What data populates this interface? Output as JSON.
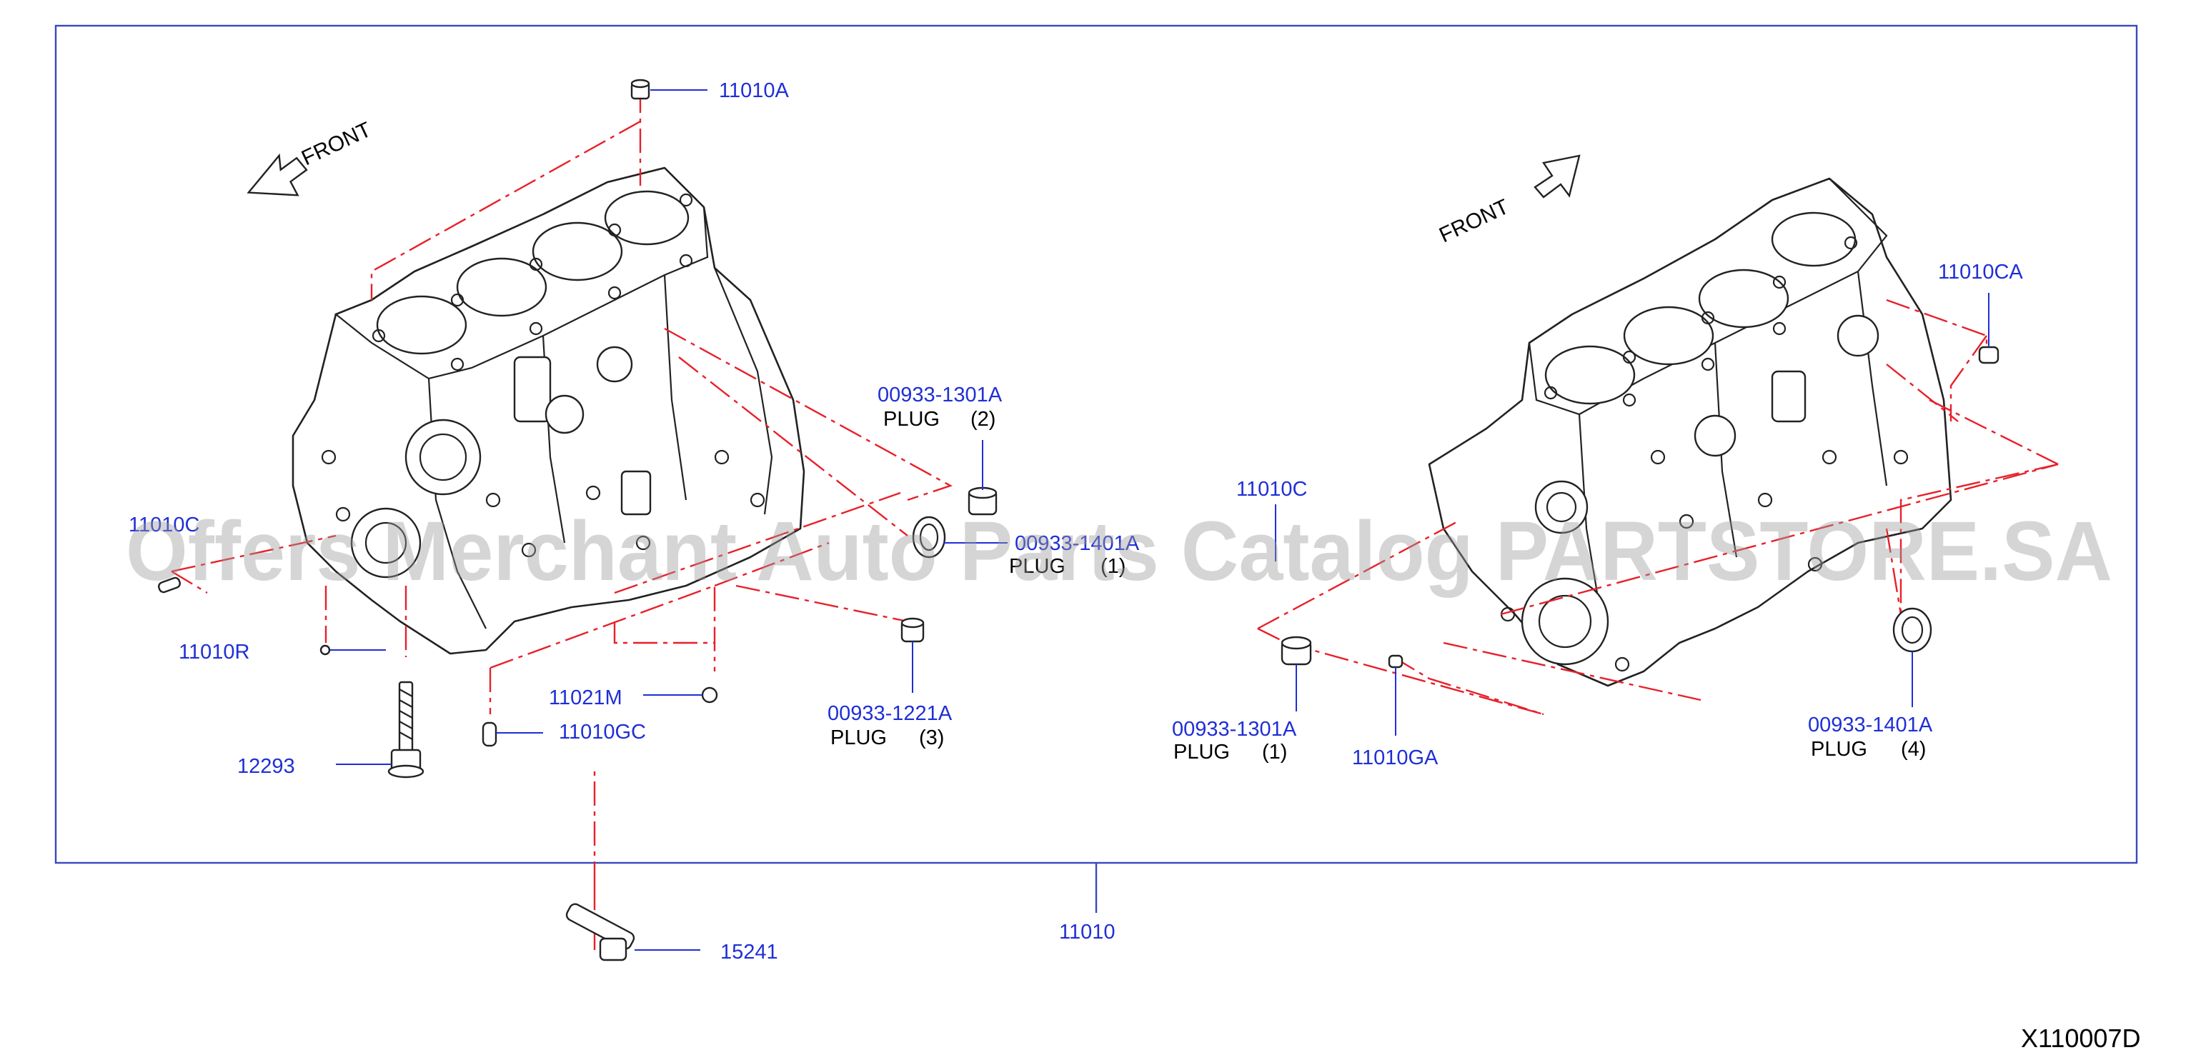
{
  "diagram_code": "X110007D",
  "watermark": "Offers Merchant Auto Parts Catalog PARTSTORE.SA",
  "front_labels": {
    "left": "FRONT",
    "right": "FRONT"
  },
  "plug_word": "PLUG",
  "callouts": {
    "c_11010A": "11010A",
    "c_11010C_left": "11010C",
    "c_11010R": "11010R",
    "c_12293": "12293",
    "c_11021M": "11021M",
    "c_11010GC": "11010GC",
    "c_15241": "15241",
    "c_11010": "11010",
    "c_00933_1301A_top": "00933-1301A",
    "c_00933_1401A_mid": "00933-1401A",
    "c_00933_1221A": "00933-1221A",
    "c_11010C_right": "11010C",
    "c_11010CA": "11010CA",
    "c_00933_1301A_bottom": "00933-1301A",
    "c_11010GA": "11010GA",
    "c_00933_1401A_right": "00933-1401A"
  },
  "plug_numbers": {
    "p_top_1301A": "(2)",
    "p_mid_1401A": "(1)",
    "p_1221A": "(3)",
    "p_bottom_1301A": "(1)",
    "p_right_1401A": "(4)"
  }
}
